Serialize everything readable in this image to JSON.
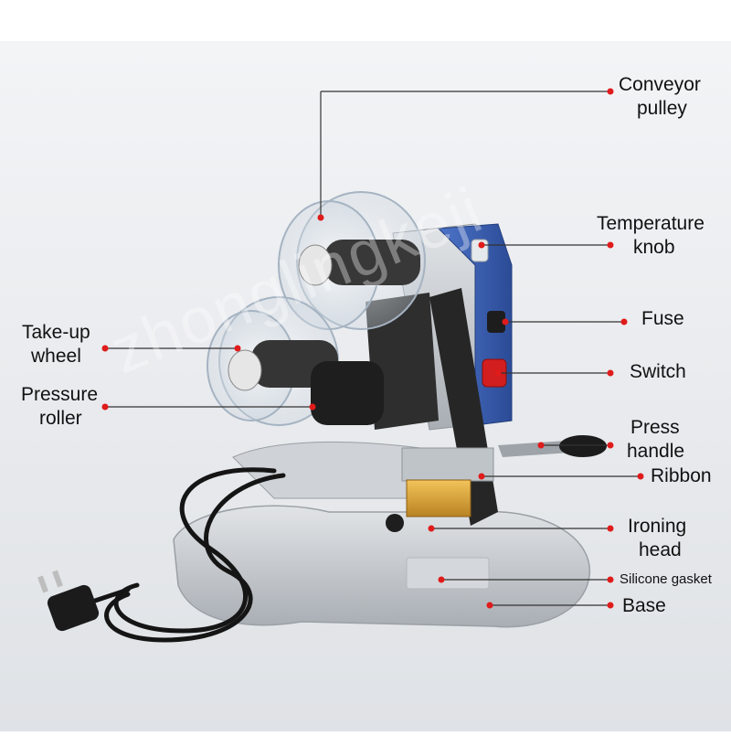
{
  "image": {
    "subject": "hot stamping coding machine with labelled parts",
    "watermark_text": "zhonglingkeji",
    "colors": {
      "background": "#ffffff",
      "panel": "#e9ecef",
      "machine_silver": "#c9cdd1",
      "dark_metal": "#2a2a2a",
      "control_blue": "#3b5fb8",
      "switch_red": "#d21e1e",
      "marker_red": "#e01b1b",
      "brass_head": "#d9a43a"
    }
  },
  "labels": {
    "conveyor_pulley": {
      "line1": "Conveyor",
      "line2": "pulley"
    },
    "temperature_knob": {
      "line1": "Temperature",
      "line2": "knob"
    },
    "fuse": "Fuse",
    "switch": "Switch",
    "take_up_wheel": {
      "line1": "Take-up",
      "line2": "wheel"
    },
    "pressure_roller": {
      "line1": "Pressure",
      "line2": "roller"
    },
    "press_handle": {
      "line1": "Press",
      "line2": "handle"
    },
    "ribbon": "Ribbon",
    "ironing_head": {
      "line1": "Ironing",
      "line2": "head"
    },
    "silicone_gasket": "Silicone gasket",
    "base": "Base"
  }
}
